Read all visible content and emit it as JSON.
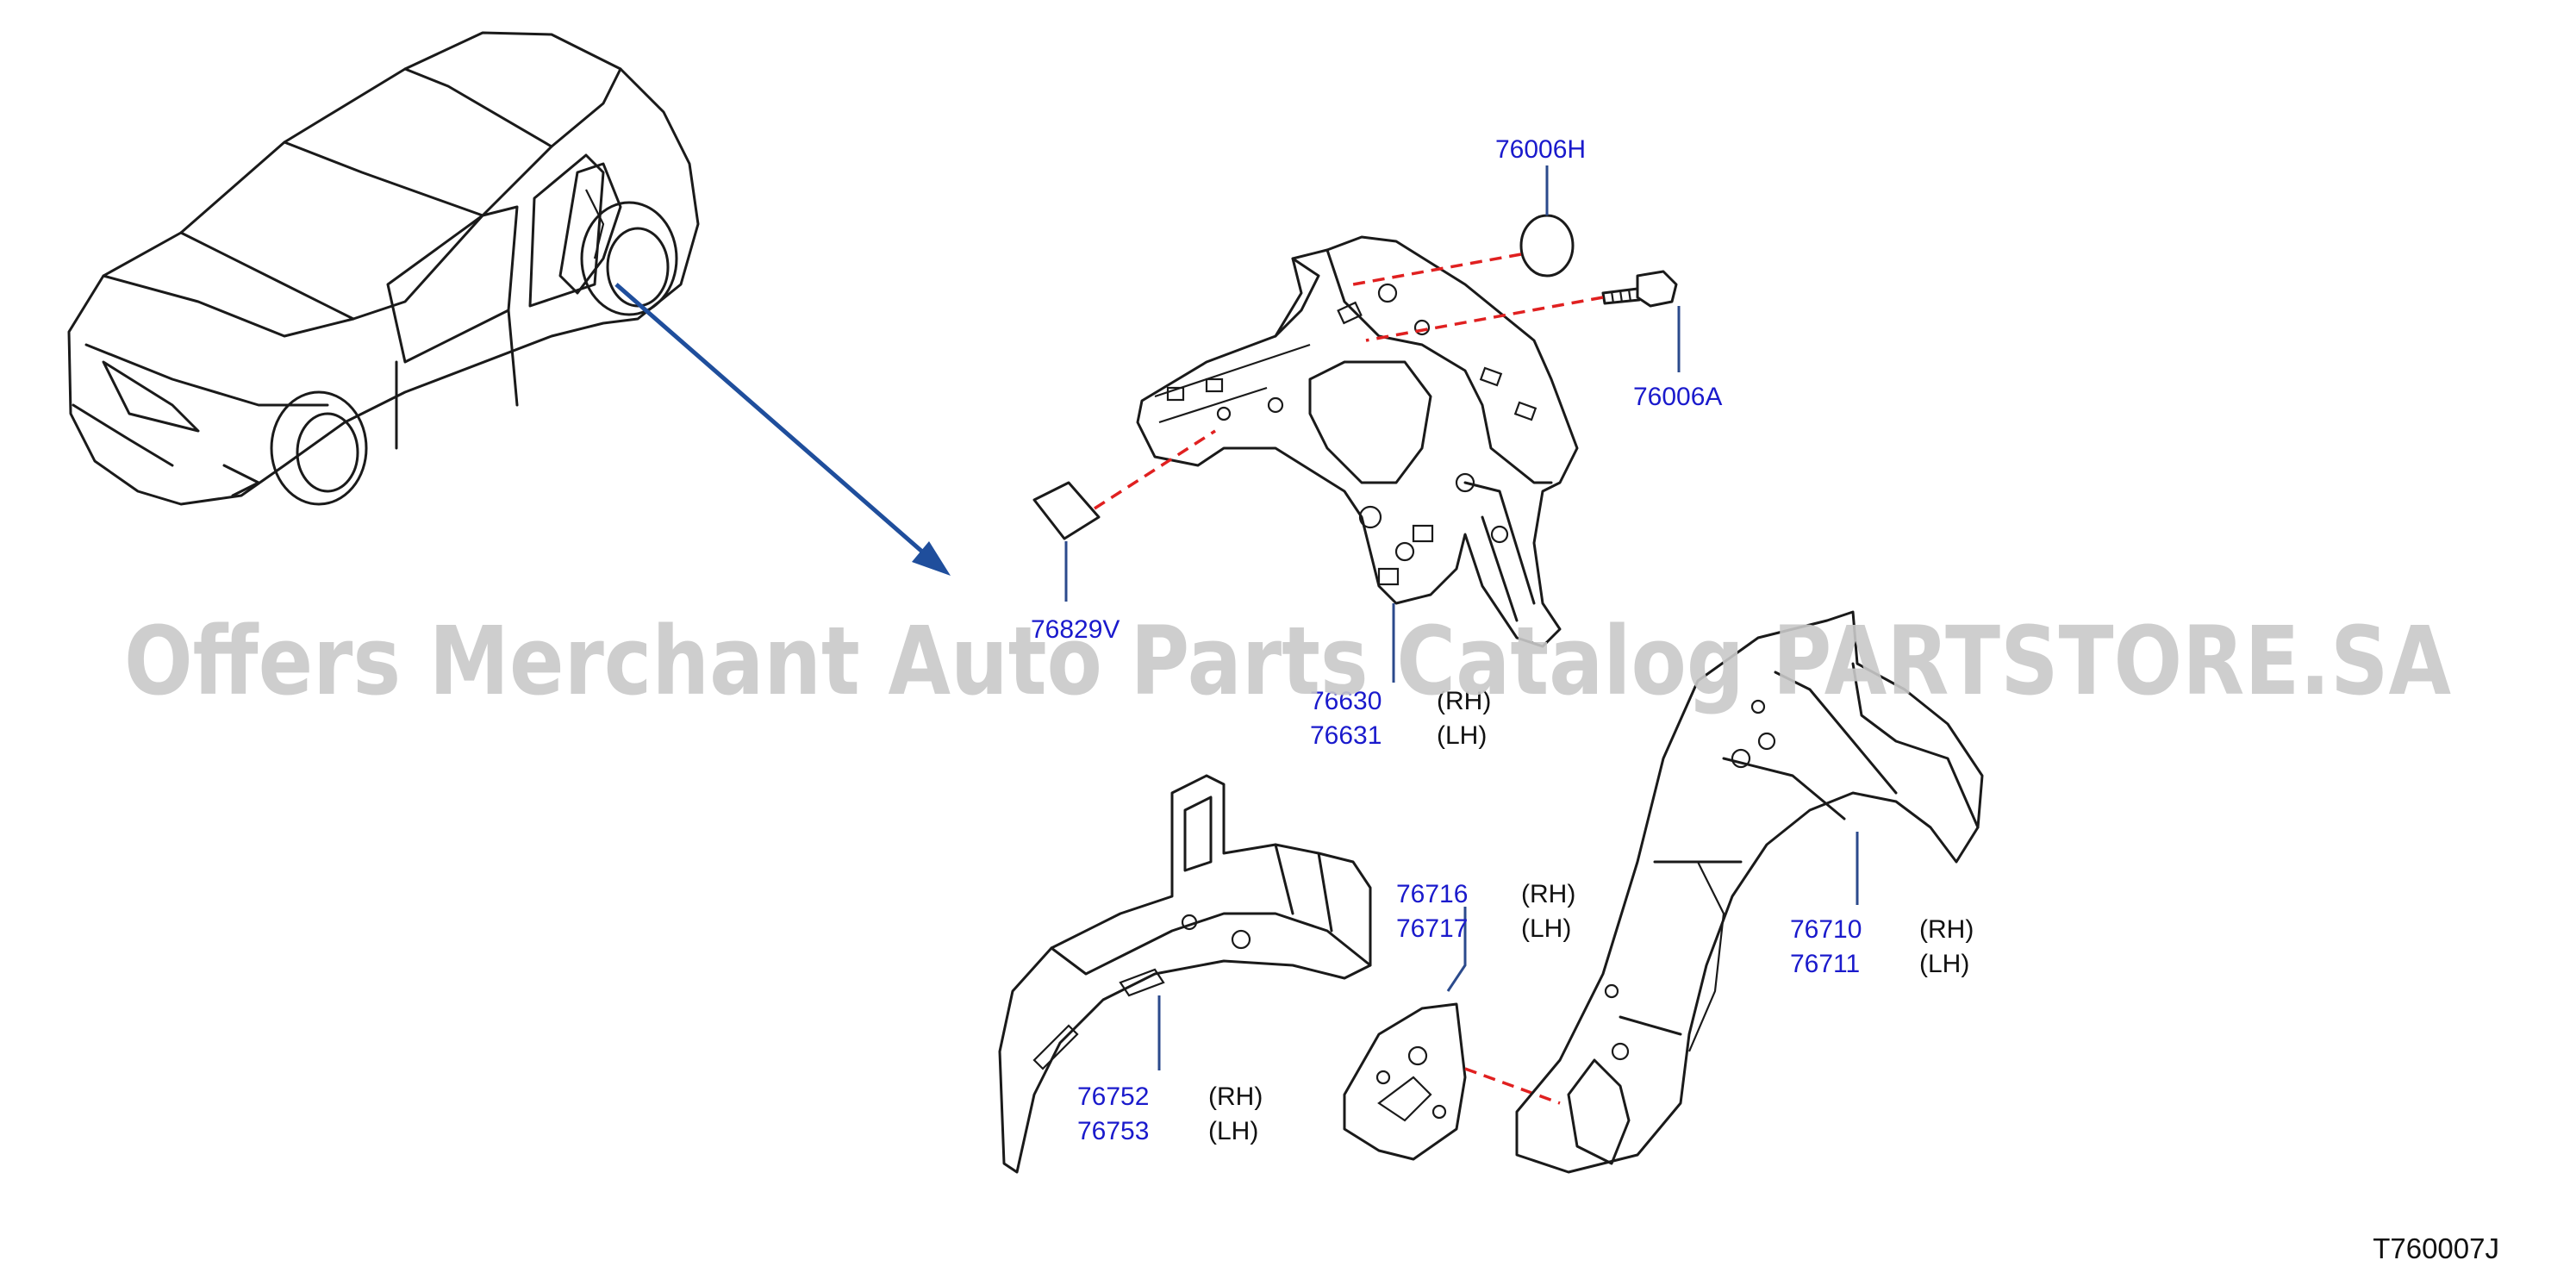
{
  "watermark": "Offers Merchant Auto Parts Catalog PARTSTORE.SA",
  "diagram_code": "T760007J",
  "colors": {
    "part_number": "#1a1acc",
    "guide_line": "#e02020",
    "pointer_arrow": "#1f4e9c",
    "watermark": "#c9c9c9"
  },
  "callouts": {
    "c76006h": {
      "pn": "76006H"
    },
    "c76006a": {
      "pn": "76006A"
    },
    "c76829v": {
      "pn": "76829V"
    },
    "c76630": {
      "pn1": "76630",
      "side1": "(RH)",
      "pn2": "76631",
      "side2": "(LH)"
    },
    "c76716": {
      "pn1": "76716",
      "side1": "(RH)",
      "pn2": "76717",
      "side2": "(LH)"
    },
    "c76710": {
      "pn1": "76710",
      "side1": "(RH)",
      "pn2": "76711",
      "side2": "(LH)"
    },
    "c76752": {
      "pn1": "76752",
      "side1": "(RH)",
      "pn2": "76753",
      "side2": "(LH)"
    }
  }
}
